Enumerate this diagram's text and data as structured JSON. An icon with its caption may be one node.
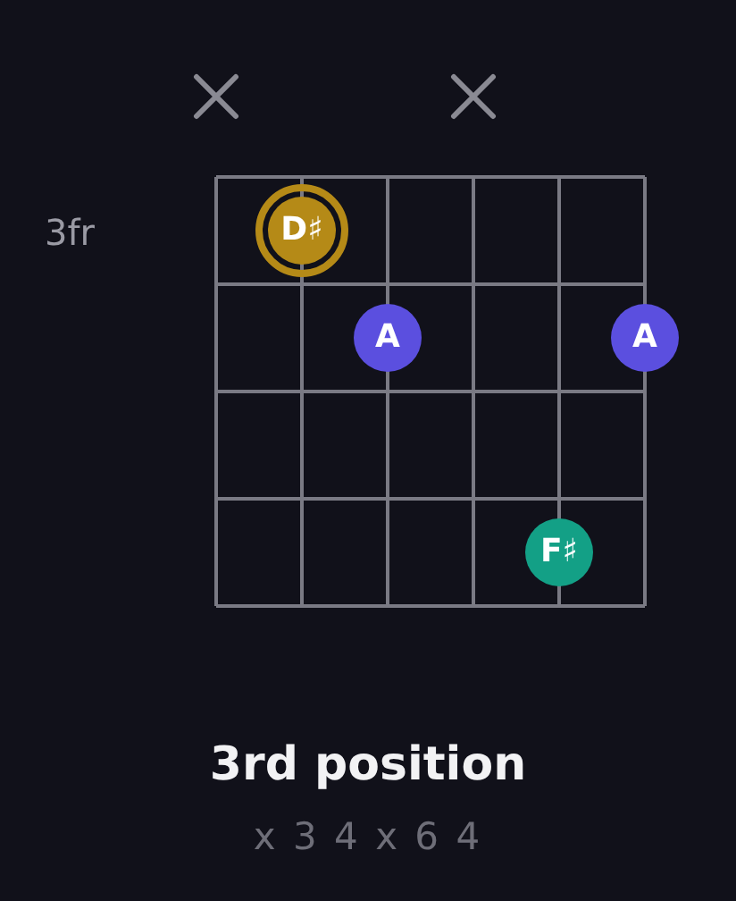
{
  "diagram": {
    "title": "3rd position",
    "nodes": [
      {
        "text": [
          "D♯"
        ]
      },
      {
        "text": [
          "A"
        ]
      },
      {
        "text": [
          "A"
        ]
      },
      {
        "text": [
          "F♯"
        ]
      }
    ],
    "labels": [
      "3fr",
      "x 3 4 x 6 4"
    ]
  }
}
